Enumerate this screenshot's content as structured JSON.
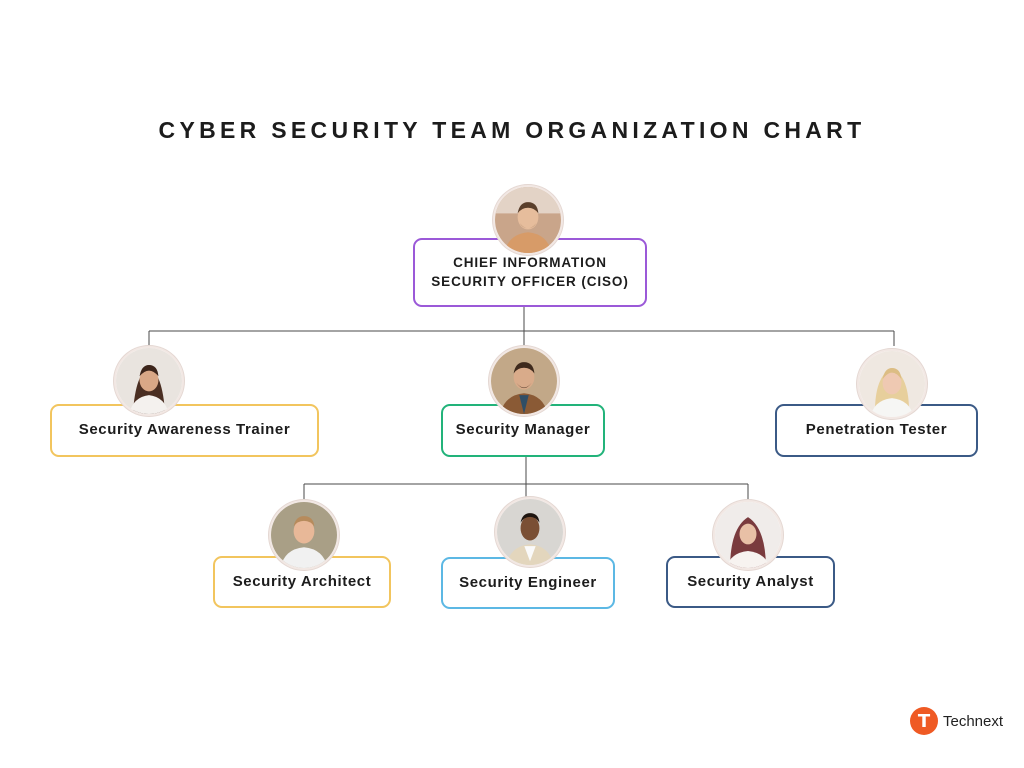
{
  "title": "CYBER SECURITY TEAM ORGANIZATION CHART",
  "colors": {
    "purple": "#9b59d8",
    "yellow": "#f2c55e",
    "green": "#22b37a",
    "navy": "#3b5a86",
    "sky": "#5cb8e4",
    "connector": "#4a4a4a",
    "brand": "#ef5a24"
  },
  "nodes": {
    "ciso": {
      "line1": "CHIEF INFORMATION",
      "line2": "SECURITY OFFICER (CISO)"
    },
    "trainer": {
      "label": "Security Awareness Trainer"
    },
    "manager": {
      "label": "Security Manager"
    },
    "pentester": {
      "label": "Penetration Tester"
    },
    "architect": {
      "label": "Security Architect"
    },
    "engineer": {
      "label": "Security Engineer"
    },
    "analyst": {
      "label": "Security Analyst"
    }
  },
  "edges": [
    [
      "ciso",
      "trainer"
    ],
    [
      "ciso",
      "manager"
    ],
    [
      "ciso",
      "pentester"
    ],
    [
      "manager",
      "architect"
    ],
    [
      "manager",
      "engineer"
    ],
    [
      "manager",
      "analyst"
    ]
  ],
  "photos": {
    "ciso": "man-smiling-photo-icon",
    "trainer": "woman-smiling-photo-icon",
    "manager": "man-in-jacket-photo-icon",
    "pentester": "blonde-woman-photo-icon",
    "architect": "man-in-white-shirt-photo-icon",
    "engineer": "young-man-photo-icon",
    "analyst": "woman-in-hijab-photo-icon"
  },
  "brand": {
    "mark": "T",
    "name": "Technext"
  }
}
